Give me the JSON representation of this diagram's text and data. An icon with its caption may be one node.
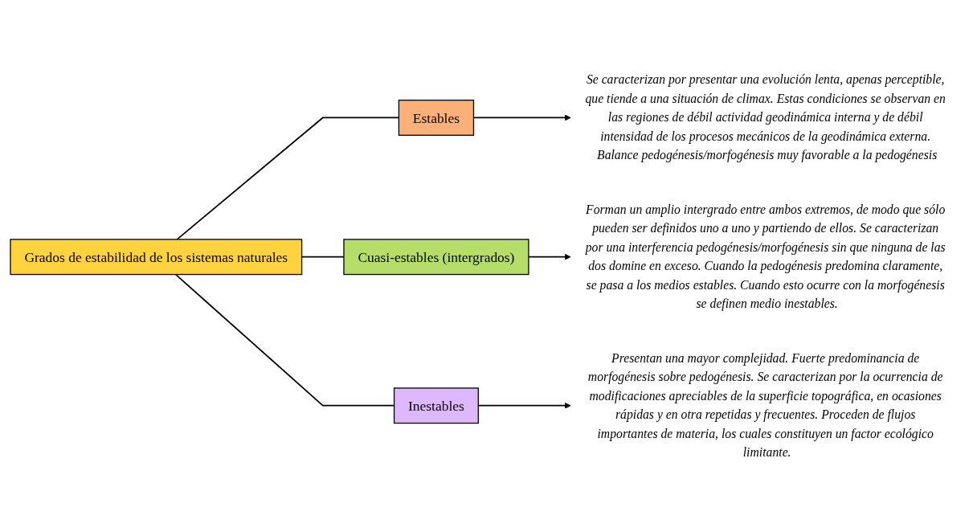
{
  "diagram": {
    "nodes": [
      {
        "text": [
          "Grados de estabilidad de los sistemas naturales"
        ]
      },
      {
        "text": [
          "Estables"
        ]
      },
      {
        "text": [
          "Cuasi-estables (intergrados)"
        ]
      },
      {
        "text": [
          "Inestables"
        ]
      },
      {
        "text": [
          "Se caracterizan por presentar una evolución lenta, apenas perceptible, que tiende a una situación de climax. Estas condiciones se observan en las regiones de débil actividad geodinámica interna y de débil intensidad de los procesos mecánicos de la geodinámica externa. Balance pedogénesis/morfogénesis muy favorable a la pedogénesis"
        ]
      },
      {
        "text": [
          "Forman un amplio intergrado entre ambos extremos, de modo que sólo pueden ser definidos uno a uno y partiendo de ellos. Se caracterizan por una interferencia pedogénesis/morfogénesis sin que ninguna de las dos domine en exceso. Cuando la pedogénesis predomina claramente, se pasa a los medios estables. Cuando esto ocurre con la morfogénesis se definen medio inestables."
        ]
      },
      {
        "text": [
          "Presentan una mayor complejidad. Fuerte predominancia de morfogénesis sobre pedogénesis. Se caracterizan por la ocurrencia de modificaciones apreciables de la superficie topográfica, en ocasiones rápidas y en otra repetidas y frecuentes. Proceden de flujos importantes de materia, los cuales constituyen un factor ecológico limitante."
        ]
      }
    ],
    "edges": [
      {
        "from": 0,
        "to": 1,
        "arrow": "none"
      },
      {
        "from": 0,
        "to": 2,
        "arrow": "none"
      },
      {
        "from": 0,
        "to": 3,
        "arrow": "none"
      },
      {
        "from": 1,
        "to": 4,
        "arrow": "to"
      },
      {
        "from": 2,
        "to": 5,
        "arrow": "to"
      },
      {
        "from": 3,
        "to": 6,
        "arrow": "to"
      }
    ]
  }
}
